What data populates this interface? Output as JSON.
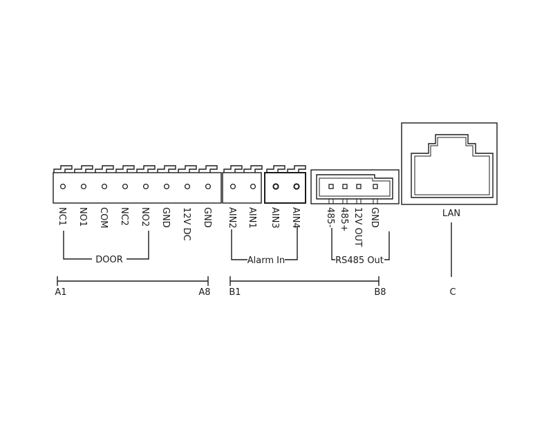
{
  "terminals": {
    "door_block": [
      "NC1",
      "NO1",
      "COM",
      "NC2",
      "NO2",
      "GND",
      "12V DC",
      "GND"
    ],
    "alarm_block_1": [
      "AIN2",
      "AIN1"
    ],
    "alarm_block_2": [
      "AIN3",
      "AIN4"
    ],
    "rs485_block": [
      "485-",
      "485+",
      "12V OUT",
      "GND"
    ]
  },
  "groups": {
    "door": "DOOR",
    "alarm_in": "Alarm In",
    "rs485_out": "RS485 Out",
    "lan": "LAN"
  },
  "ranges": {
    "a_start": "A1",
    "a_end": "A8",
    "b_start": "B1",
    "b_end": "B8",
    "c": "C"
  }
}
